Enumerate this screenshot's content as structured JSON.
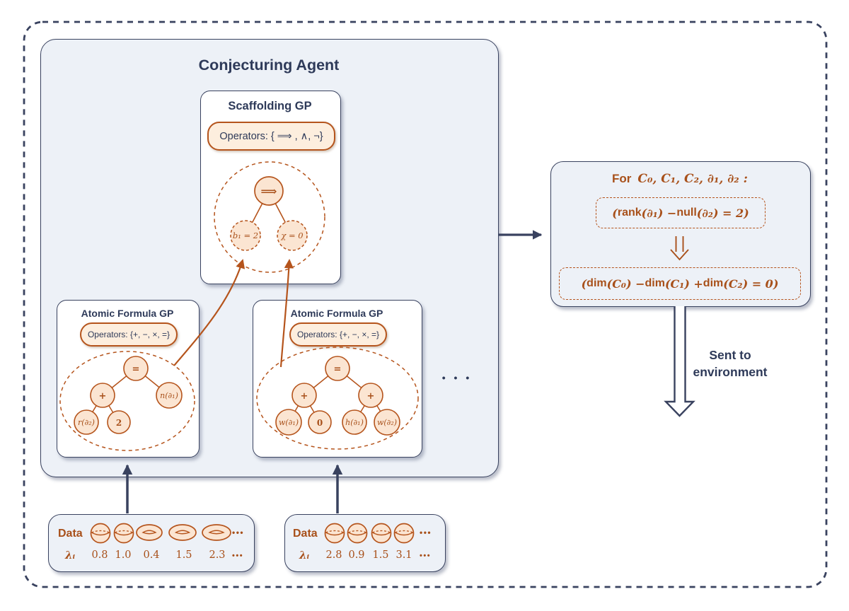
{
  "colors": {
    "navy": "#2e3a59",
    "rust_line": "#b5541c",
    "rust_text": "#a8501a",
    "node_fill": "#fbe5d2",
    "pill_fill": "#fdeede",
    "panel_fill": "#edf1f7"
  },
  "agent": {
    "title": "Conjecturing Agent"
  },
  "scaffolding": {
    "title": "Scaffolding GP",
    "operators": "Operators: { ⟹ , ∧, ¬}",
    "tree": {
      "root": "⟹",
      "left": "b₁ = 2",
      "right": "χ = 0"
    }
  },
  "atomic_left": {
    "title": "Atomic Formula GP",
    "operators": "Operators: {+, −, ×, =}",
    "tree": {
      "root": "=",
      "op": "+",
      "right_leaf": "n(∂₁)",
      "leaf1": "r(∂₂)",
      "leaf2": "2"
    }
  },
  "atomic_right": {
    "title": "Atomic Formula GP",
    "operators": "Operators: {+, −, ×, =}",
    "tree": {
      "root": "=",
      "op_left": "+",
      "op_right": "+",
      "leaf1": "w(∂₁)",
      "leaf2": "0",
      "leaf3": "h(∂₁)",
      "leaf4": "w(∂₂)"
    }
  },
  "more_gps_ellipsis": "• • •",
  "conjecture": {
    "title_for": "For",
    "title_math": "C₀, C₁, C₂, ∂₁, ∂₂ :",
    "premise_parts": [
      "(",
      "rank",
      "(∂₁) − ",
      "null",
      "(∂₂) = 2)"
    ],
    "conclusion_parts": [
      "(",
      "dim",
      "(C₀) − ",
      "dim",
      "(C₁) + ",
      "dim",
      "(C₂) = 0)"
    ]
  },
  "sent_to": "Sent to environment",
  "datasets": [
    {
      "label": "Data",
      "lambda_label": "λᵢ",
      "shapes": [
        "sphere",
        "sphere",
        "torus",
        "torus",
        "torus"
      ],
      "shapes_more": "•••",
      "values": [
        "0.8",
        "1.0",
        "0.4",
        "1.5",
        "2.3"
      ],
      "values_more": "•••"
    },
    {
      "label": "Data",
      "lambda_label": "λᵢ",
      "shapes": [
        "sphere",
        "sphere",
        "sphere",
        "sphere"
      ],
      "shapes_more": "•••",
      "values": [
        "2.8",
        "0.9",
        "1.5",
        "3.1"
      ],
      "values_more": "•••"
    }
  ]
}
